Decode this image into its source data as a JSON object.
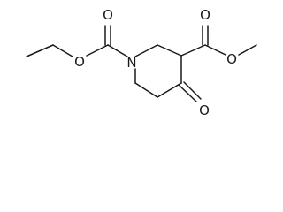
{
  "structure": {
    "atoms": {
      "nitrogen": "N",
      "carbonyl_oxygen_left": "O",
      "ester_oxygen_left": "O",
      "carbonyl_oxygen_right": "O",
      "ester_oxygen_right": "O",
      "ketone_oxygen": "O"
    }
  }
}
